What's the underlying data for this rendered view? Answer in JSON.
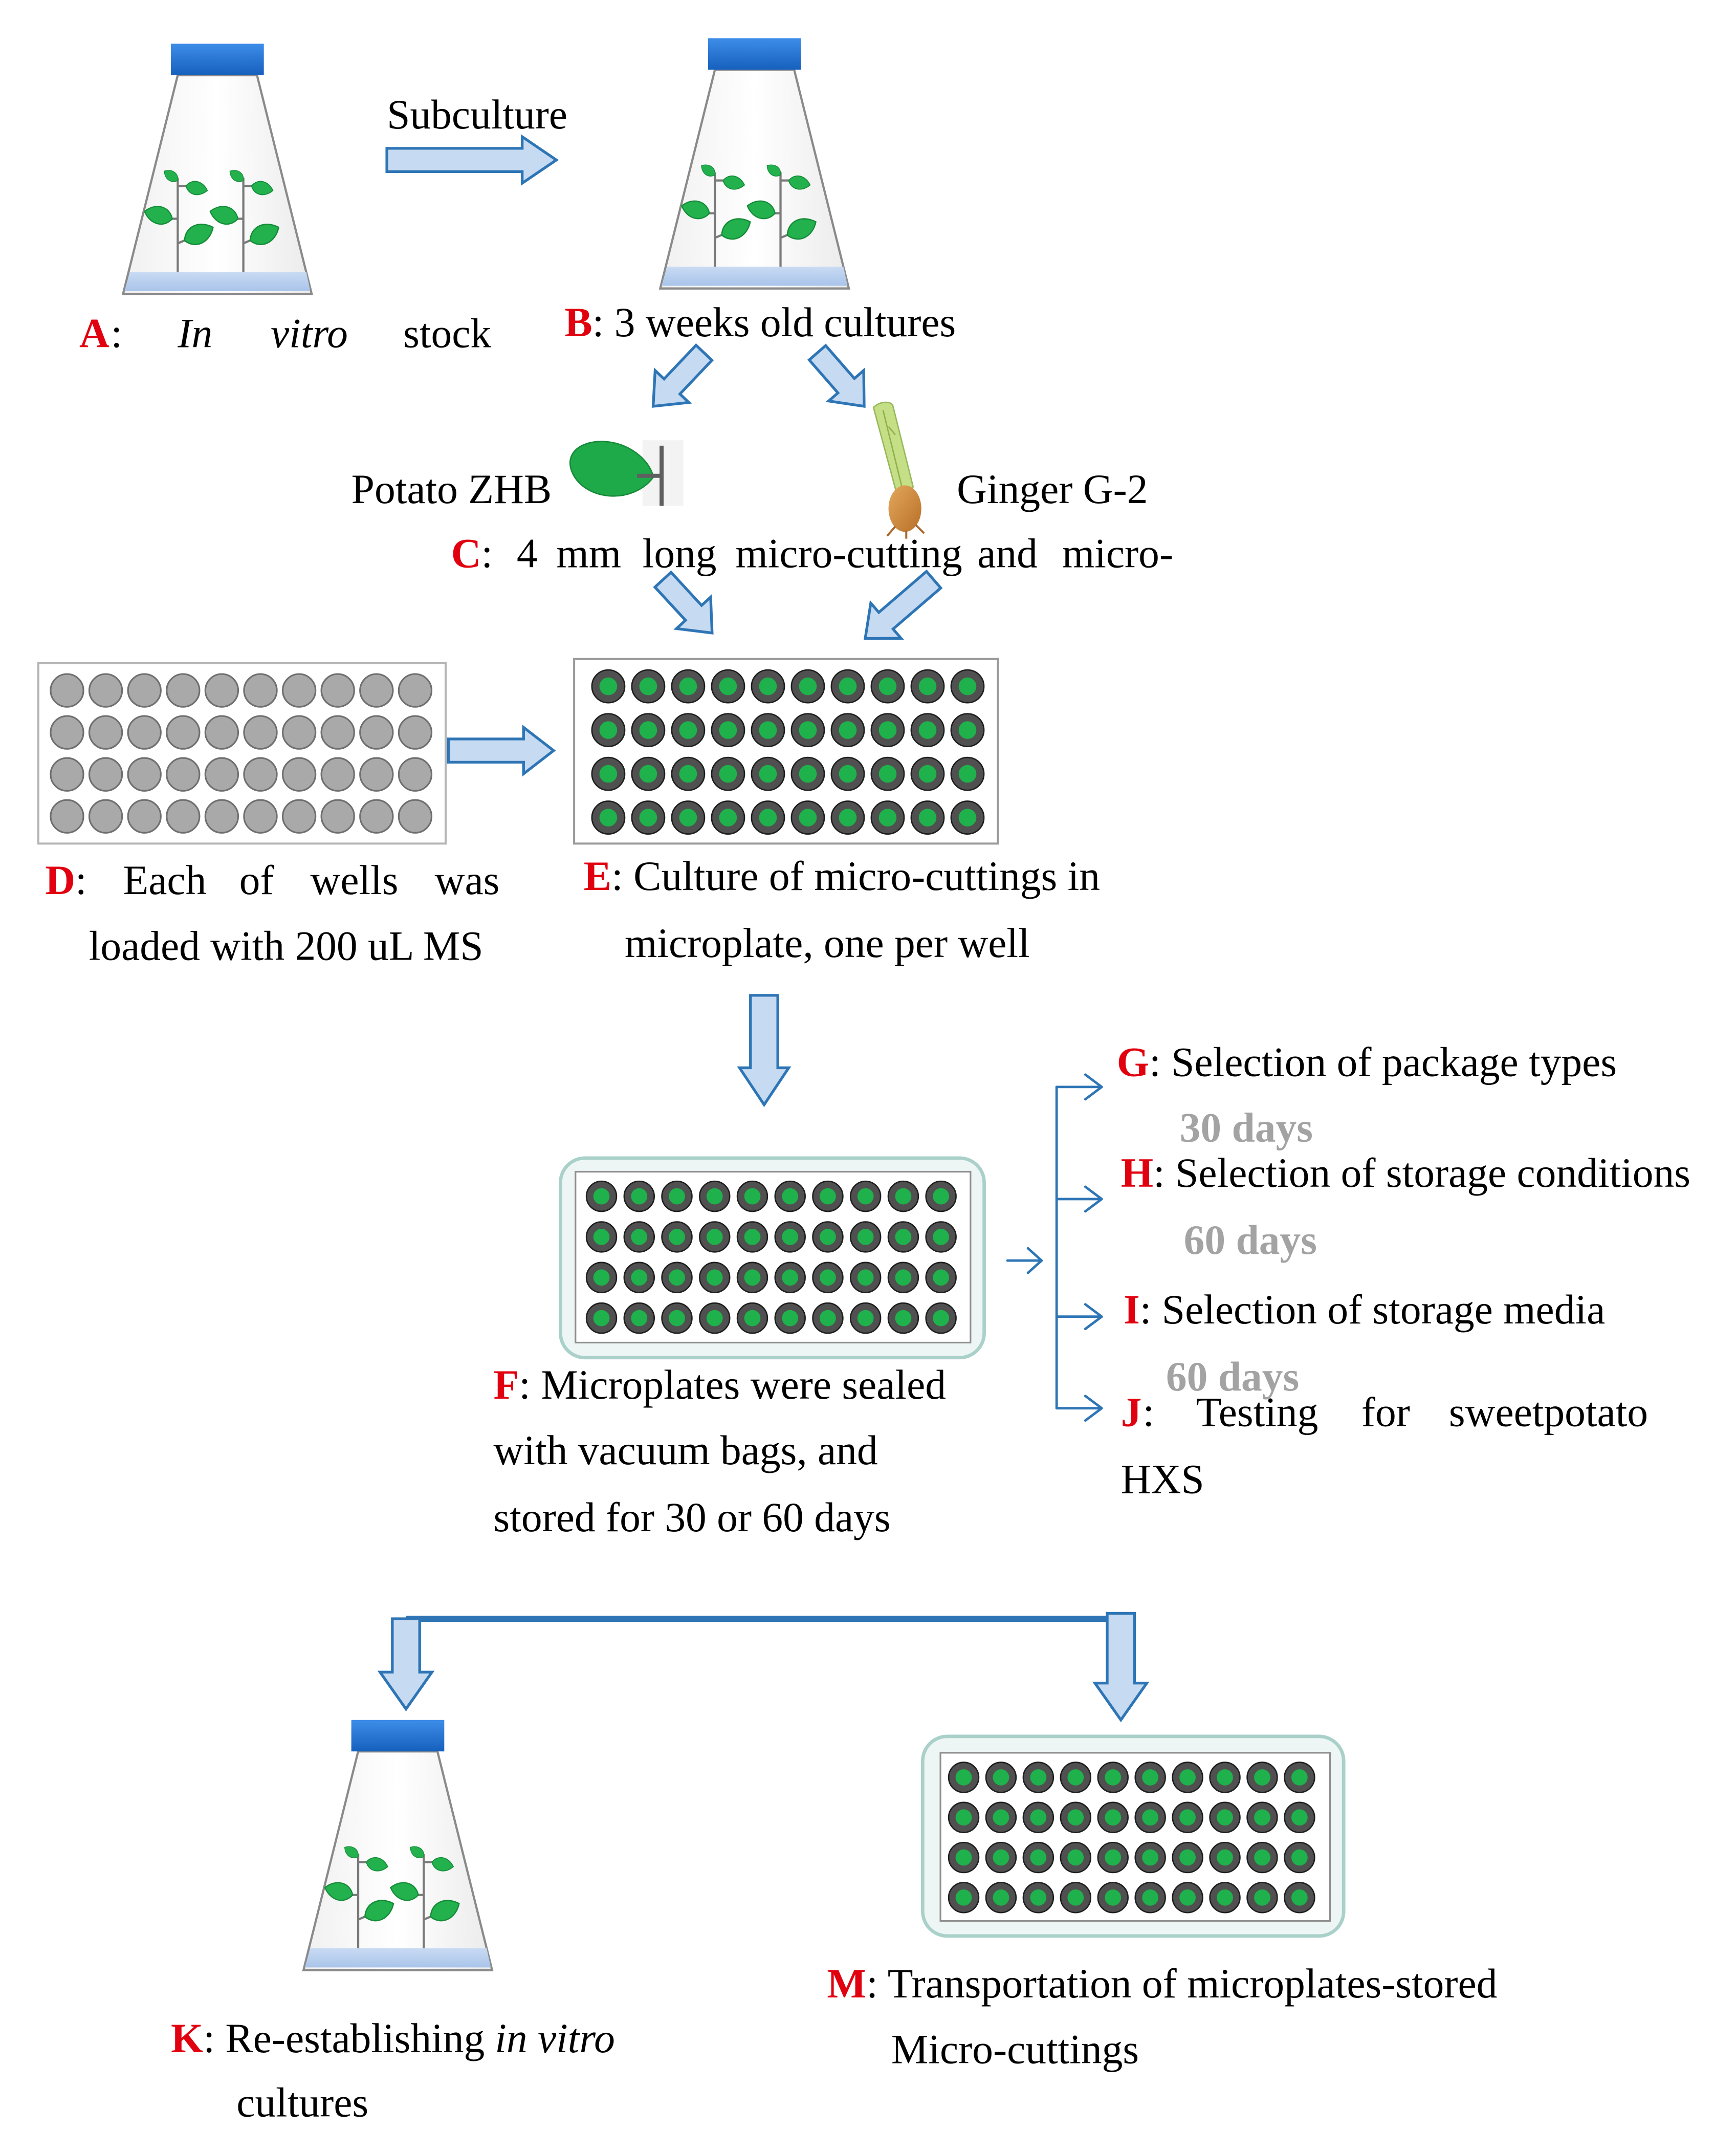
{
  "diagram": {
    "subculture_label": "Subculture",
    "step_a": {
      "letter": "A",
      "words": [
        ":",
        "In",
        "vitro",
        "stock"
      ]
    },
    "step_b": {
      "letter": "B",
      "text": ": 3 weeks old cultures"
    },
    "explants": {
      "potato": "Potato ZHB",
      "ginger": "Ginger G-2"
    },
    "step_c": {
      "letter": "C",
      "words": [
        ":",
        "4",
        "mm",
        "long",
        "micro-cutting",
        "and",
        "micro-"
      ]
    },
    "step_d": {
      "letter": "D",
      "words": [
        ":",
        "Each",
        "of",
        "wells",
        "was"
      ],
      "line2": "loaded with 200 uL MS"
    },
    "step_e": {
      "letter": "E",
      "text": ": Culture of micro-cuttings in",
      "line2": "microplate, one per well"
    },
    "step_f": {
      "letter": "F",
      "lines": [
        ": Microplates were sealed",
        "with vacuum bags, and",
        "stored for 30 or 60 days"
      ]
    },
    "step_g": {
      "letter": "G",
      "text": ": Selection of package types",
      "duration": "30 days"
    },
    "step_h": {
      "letter": "H",
      "text": ": Selection of storage conditions",
      "duration": "60 days"
    },
    "step_i": {
      "letter": "I",
      "text": ": Selection of storage media",
      "duration": "60 days"
    },
    "step_j": {
      "letter": "J",
      "words": [
        ":",
        "Testing",
        "for",
        "sweetpotato"
      ],
      "line2": "HXS"
    },
    "step_k": {
      "letter": "K",
      "text": ": Re-establishing",
      "italic": "in vitro",
      "line2": "cultures"
    },
    "step_m": {
      "letter": "M",
      "text": ": Transportation of microplates-stored",
      "line2": "Micro-cuttings"
    }
  },
  "colors": {
    "step_letter": "#e1000f",
    "duration_text": "#a3a3a3",
    "arrow_outline": "#2e75b6",
    "arrow_fill": "#c6daf1",
    "flask_cap": "#1a6fd0",
    "plant_green": "#22b14c",
    "well_green": "#1fb14b"
  }
}
